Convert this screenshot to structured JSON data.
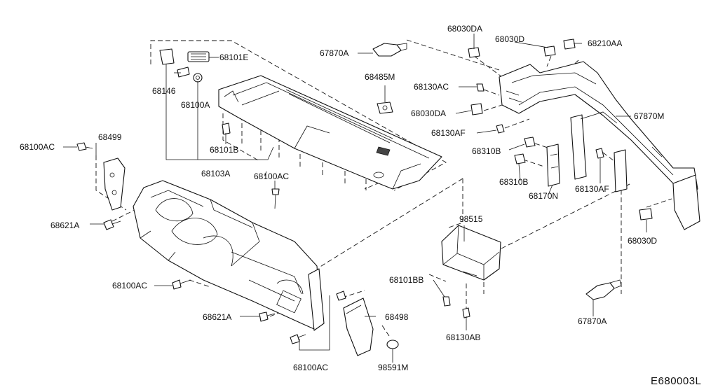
{
  "diagram": {
    "drawing_code": "E680003L",
    "labels": {
      "p68101E": "68101E",
      "p68146": "68146",
      "p68100A": "68100A",
      "p68101B": "68101B",
      "p68103A": "68103A",
      "p67870A_top": "67870A",
      "p68485M": "68485M",
      "p68100AC_left": "68100AC",
      "p68499": "68499",
      "p68621A_top": "68621A",
      "p68100AC_mid": "68100AC",
      "p68100AC_lower": "68100AC",
      "p68621A_bottom": "68621A",
      "p68100AC_bottom": "68100AC",
      "p68498": "68498",
      "p98591M": "98591M",
      "p98515": "98515",
      "p68101BB": "68101BB",
      "p68130AB": "68130AB",
      "p68030DA_top": "68030DA",
      "p68030D_top": "68030D",
      "p68210AA": "68210AA",
      "p68130AC": "68130AC",
      "p68030DA_mid": "68030DA",
      "p68130AF_left": "68130AF",
      "p67870M": "67870M",
      "p68310B_a": "68310B",
      "p68310B_b": "68310B",
      "p68170N": "68170N",
      "p68130AF_right": "68130AF",
      "p68030D_right": "68030D",
      "p67870A_bottom": "67870A"
    }
  }
}
